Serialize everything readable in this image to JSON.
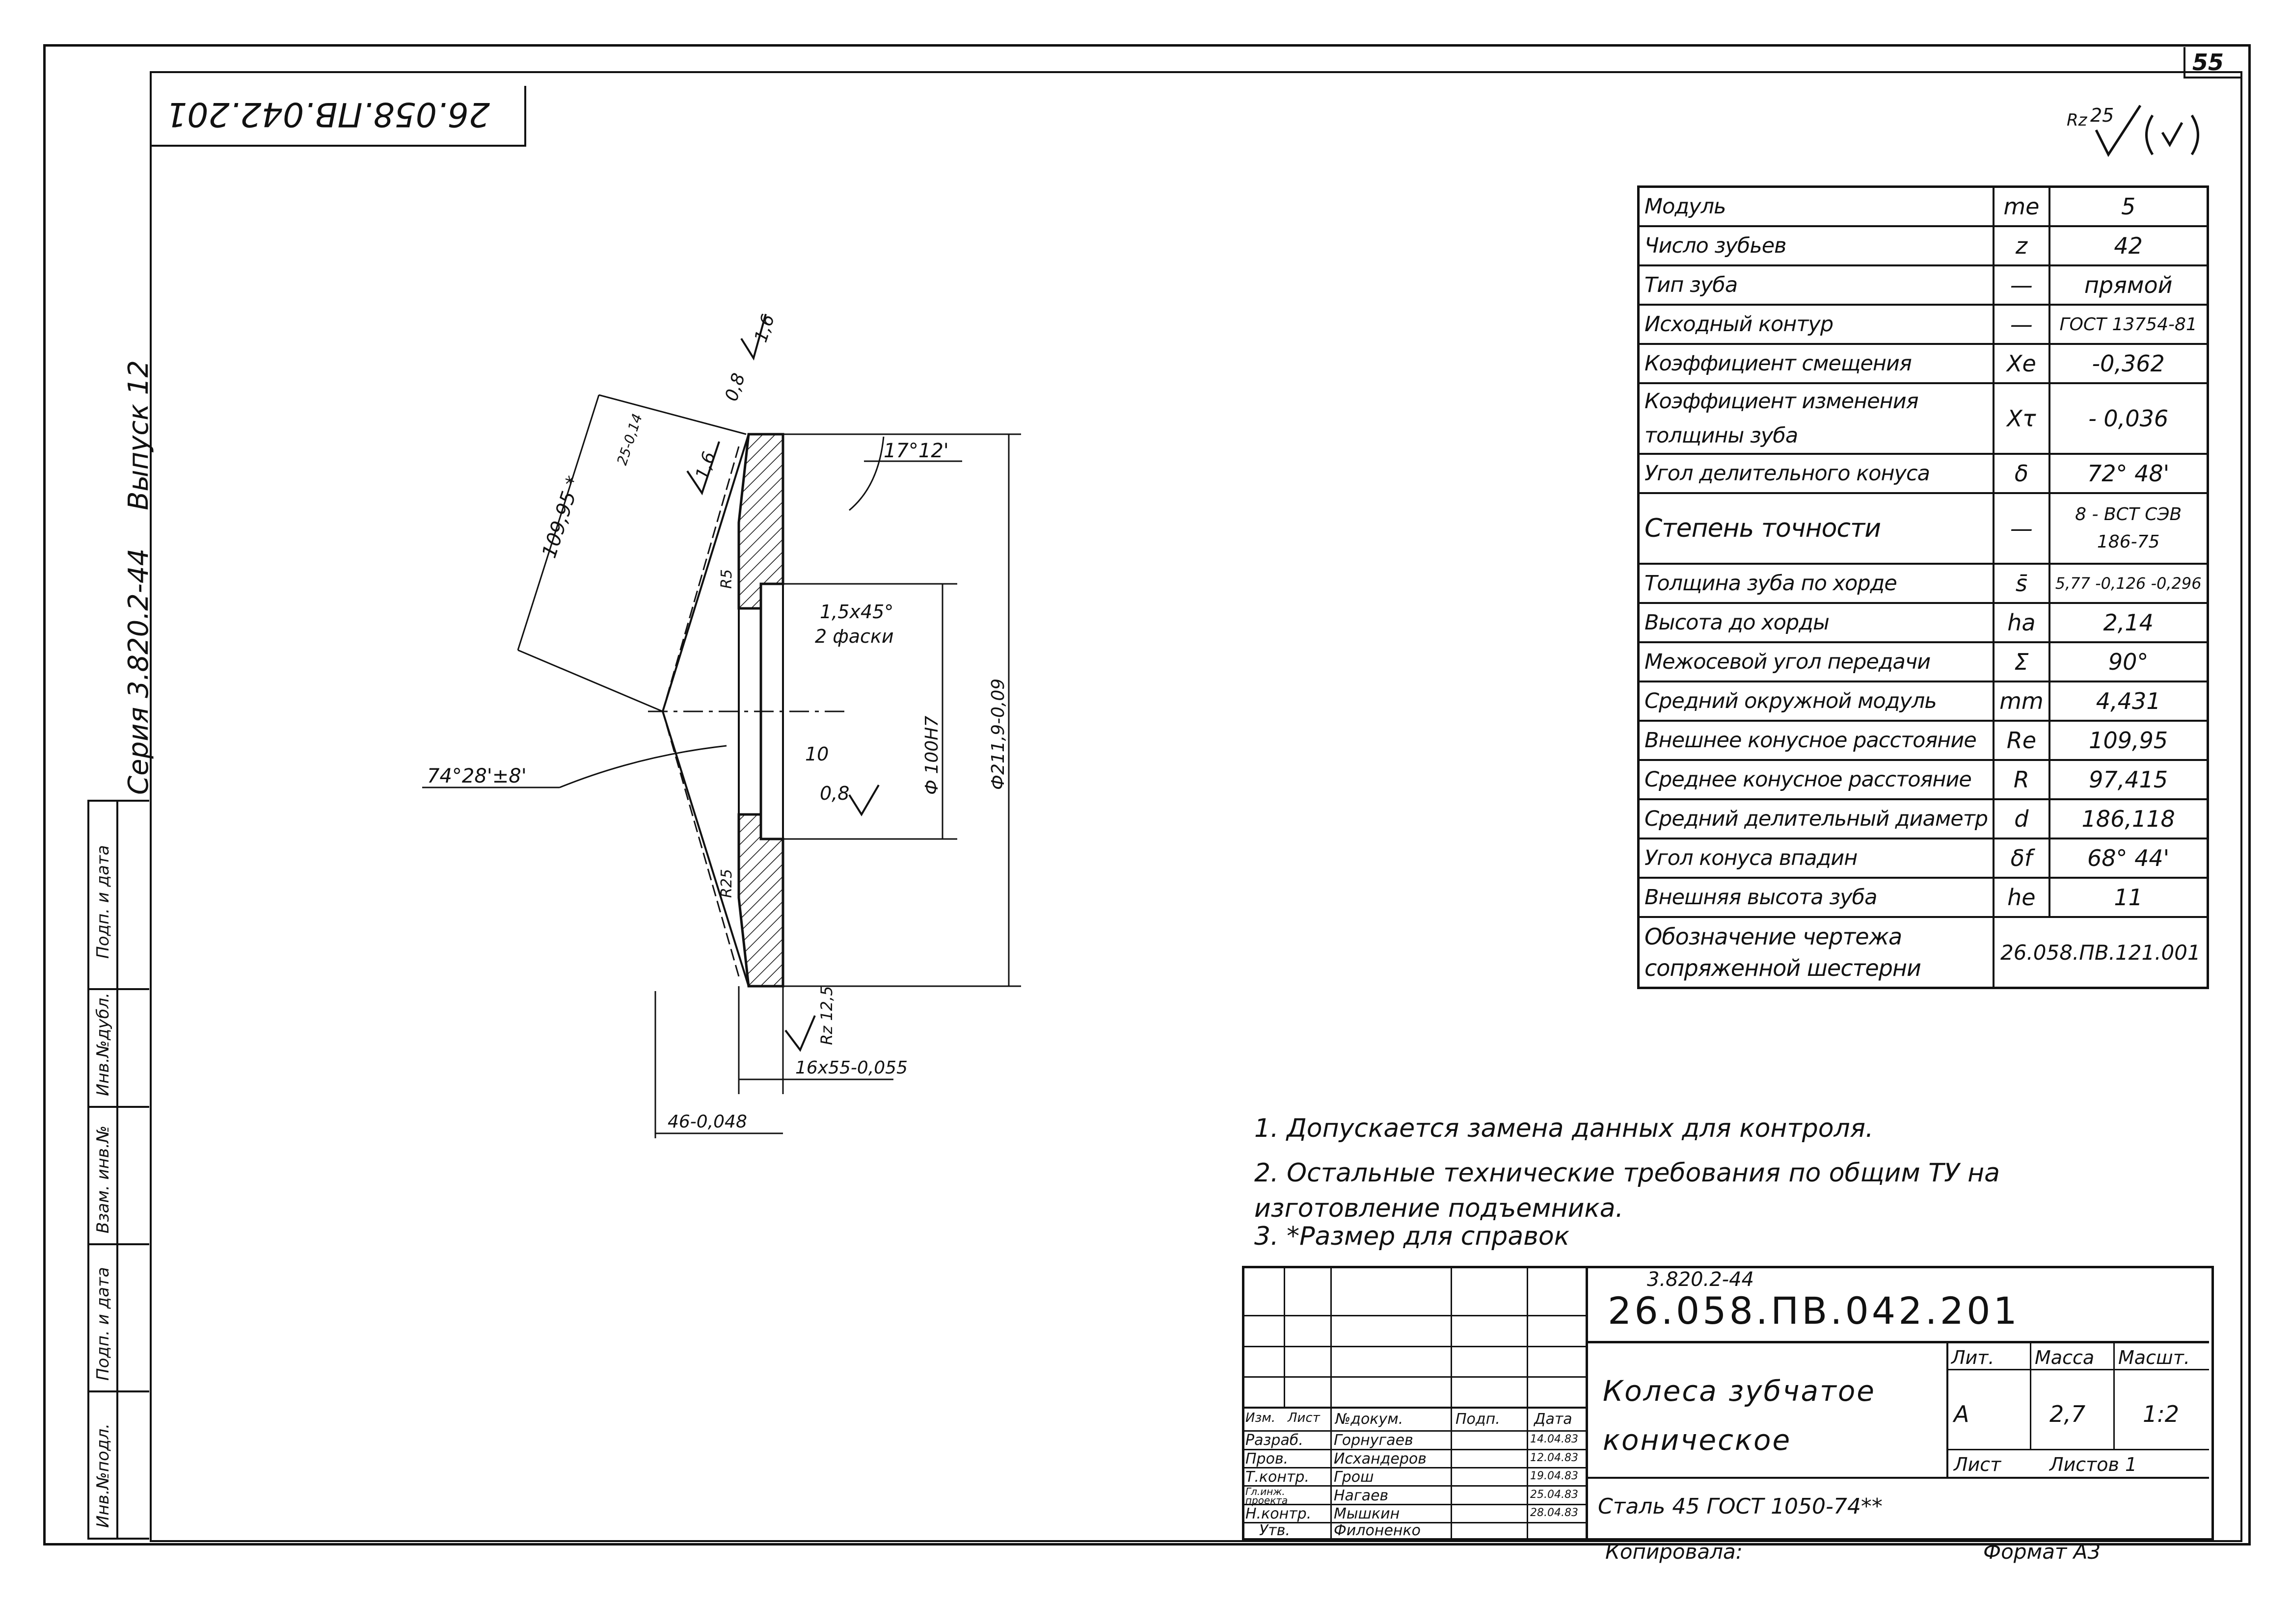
{
  "page_number": "55",
  "rotated_code": "26.058.ПВ.042.201",
  "series": "Серия 3.820.2-44",
  "issue": "Выпуск 12",
  "side_labels": [
    "Инв.№подл.",
    "Подп. и дата",
    "Взам. инв.№",
    "Инв.№дубл.",
    "Подп. и дата"
  ],
  "roughness_mark": {
    "prefix": "Rz",
    "value": "25"
  },
  "params": [
    {
      "name": "Модуль",
      "sym": "me",
      "val": "5"
    },
    {
      "name": "Число зубьев",
      "sym": "z",
      "val": "42"
    },
    {
      "name": "Тип зуба",
      "sym": "—",
      "val": "прямой"
    },
    {
      "name": "Исходный контур",
      "sym": "—",
      "val": "ГОСТ 13754-81"
    },
    {
      "name": "Коэффициент смещения",
      "sym": "Xe",
      "val": "-0,362"
    },
    {
      "name": "Коэффициент изменения толщины зуба",
      "sym": "Xτ",
      "val": "- 0,036"
    },
    {
      "name": "Угол делительного конуса",
      "sym": "δ",
      "val": "72° 48'"
    },
    {
      "name": "Степень точности",
      "sym": "—",
      "val": "8 - ВСТ СЭВ 186-75"
    },
    {
      "name": "Толщина зуба по хорде",
      "sym": "s̄",
      "val": "5,77 -0,126 -0,296"
    },
    {
      "name": "Высота до хорды",
      "sym": "ha",
      "val": "2,14"
    },
    {
      "name": "Межосевой угол передачи",
      "sym": "Σ",
      "val": "90°"
    },
    {
      "name": "Средний окружной модуль",
      "sym": "mm",
      "val": "4,431"
    },
    {
      "name": "Внешнее конусное расстояние",
      "sym": "Re",
      "val": "109,95"
    },
    {
      "name": "Среднее конусное расстояние",
      "sym": "R",
      "val": "97,415"
    },
    {
      "name": "Средний делительный диаметр",
      "sym": "d",
      "val": "186,118"
    },
    {
      "name": "Угол конуса впадин",
      "sym": "δf",
      "val": "68° 44'"
    },
    {
      "name": "Внешняя высота зуба",
      "sym": "he",
      "val": "11"
    },
    {
      "name": "Обозначение чертежа сопряженной шестерни",
      "sym": "",
      "val": "26.058.ПВ.121.001"
    }
  ],
  "notes": [
    "1. Допускается замена данных для контроля.",
    "2. Остальные технические требования по общим ТУ на изготовление подъемника.",
    "3. *Размер для справок"
  ],
  "dimensions": {
    "d1": "109,95 *",
    "d2": "25-0,14",
    "d3": "0,8",
    "d4": "1,6",
    "d5": "1,6",
    "d6": "17°12'",
    "d7": "R5",
    "d8": "1,5x45°",
    "d9": "2 фаски",
    "d10": "Ф 100Н7",
    "d11": "Ф211,9-0,09",
    "d12": "74°28'±8'",
    "d13": "10",
    "d14": "0,8",
    "d15": "R25",
    "d16": "Rz 12,5",
    "d17": "16х55-0,055",
    "d18": "46-0,048"
  },
  "title_block": {
    "series_small": "3.820.2-44",
    "code": "26.058.ПВ.042.201",
    "title": "Колеса зубчатое коническое",
    "material": "Сталь 45 ГОСТ 1050-74**",
    "lit_label": "Лит.",
    "mass_label": "Масса",
    "scale_label": "Масшт.",
    "lit_value": "А",
    "mass_value": "2,7",
    "scale_value": "1:2",
    "sheet_label": "Лист",
    "sheets_label": "Листов 1",
    "header_cols": [
      "Изм.",
      "Лист",
      "№докум.",
      "Подп.",
      "Дата"
    ],
    "roles": [
      {
        "role": "Разраб.",
        "name": "Горнугаев",
        "date": "14.04.83"
      },
      {
        "role": "Пров.",
        "name": "Исхандеров",
        "date": "12.04.83"
      },
      {
        "role": "Т.контр.",
        "name": "Грош",
        "date": "19.04.83"
      },
      {
        "role": "Гл.инж. проекта",
        "name": "Нагаев",
        "date": "25.04.83"
      },
      {
        "role": "Н.контр.",
        "name": "Мышкин",
        "date": "28.04.83"
      },
      {
        "role": "Утв.",
        "name": "Филоненко",
        "date": ""
      }
    ],
    "copied": "Копировала:",
    "format": "Формат А3"
  }
}
